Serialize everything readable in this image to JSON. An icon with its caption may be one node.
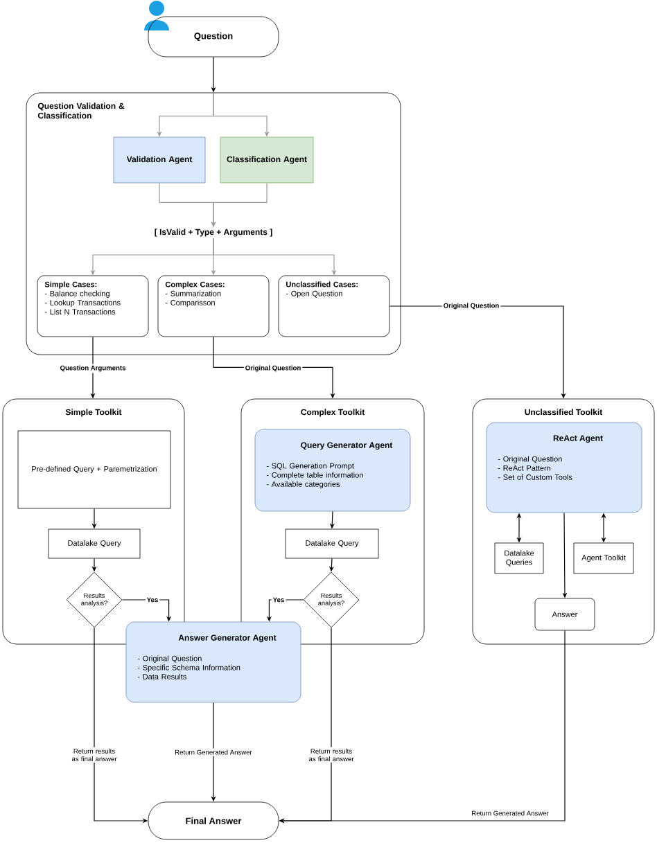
{
  "diagram": {
    "nodes": [
      {
        "text": [
          "Question"
        ]
      },
      {
        "text": [
          "Question Validation & Classification"
        ]
      },
      {
        "text": [
          "Validation Agent"
        ],
        "in": 1
      },
      {
        "text": [
          "Classification Agent"
        ],
        "in": 1
      },
      {
        "text": [
          "[ IsValid + Type + Arguments ]"
        ],
        "in": 1
      },
      {
        "text": [
          "Simple Cases:",
          "- Balance checking",
          "- Lookup Transactions",
          "- List N Transactions"
        ],
        "in": 1
      },
      {
        "text": [
          "Complex Cases:",
          "- Summarization",
          "- Comparisson"
        ],
        "in": 1
      },
      {
        "text": [
          "Unclassified Cases:",
          "- Open Question"
        ],
        "in": 1
      },
      {
        "text": [
          "Simple Toolkit"
        ]
      },
      {
        "text": [
          "Pre-defined Query + Paremetrization"
        ],
        "in": 8
      },
      {
        "text": [
          "Datalake Query"
        ],
        "in": 8
      },
      {
        "text": [
          "Results analysis?"
        ],
        "in": 8
      },
      {
        "text": [
          "Complex Toolkit"
        ]
      },
      {
        "text": [
          "Query Generator Agent",
          "- SQL Generation Prompt",
          "- Complete table information",
          "- Available categories"
        ],
        "in": 12
      },
      {
        "text": [
          "Datalake Query"
        ],
        "in": 12
      },
      {
        "text": [
          "Results analysis?"
        ],
        "in": 12
      },
      {
        "text": [
          "Unclassified Toolkit"
        ]
      },
      {
        "text": [
          "ReAct Agent",
          "- Original Question",
          "- ReAct Pattern",
          "- Set of Custom Tools"
        ],
        "in": 16
      },
      {
        "text": [
          "Datalake Queries"
        ],
        "in": 16
      },
      {
        "text": [
          "Agent Toolkit"
        ],
        "in": 16
      },
      {
        "text": [
          "Answer"
        ],
        "in": 16
      },
      {
        "text": [
          "Answer Generator Agent",
          "- Original Question",
          "- Specific Schema Information",
          "- Data Results"
        ]
      },
      {
        "text": [
          "Final Answer"
        ]
      }
    ],
    "edges": [
      {
        "from": 0,
        "to": 1,
        "arrow": "to"
      },
      {
        "from": 1,
        "to": 2,
        "arrow": "to",
        "color": "#999999"
      },
      {
        "from": 1,
        "to": 3,
        "arrow": "to",
        "color": "#999999"
      },
      {
        "from": 2,
        "to": 4,
        "arrow": "to",
        "color": "#999999"
      },
      {
        "from": 3,
        "to": 4,
        "arrow": "to",
        "color": "#999999"
      },
      {
        "from": 4,
        "to": 5,
        "arrow": "to",
        "color": "#999999"
      },
      {
        "from": 4,
        "to": 6,
        "arrow": "to",
        "color": "#999999"
      },
      {
        "from": 4,
        "to": 7,
        "arrow": "to",
        "color": "#999999"
      },
      {
        "from": 5,
        "to": 8,
        "arrow": "to",
        "label": "Question Arguments"
      },
      {
        "from": 6,
        "to": 12,
        "arrow": "to",
        "label": "Original Question"
      },
      {
        "from": 7,
        "to": 16,
        "arrow": "to",
        "label": "Original Question"
      },
      {
        "from": 9,
        "to": 10,
        "arrow": "to"
      },
      {
        "from": 10,
        "to": 11,
        "arrow": "to"
      },
      {
        "from": 11,
        "to": 21,
        "arrow": "to",
        "label": "Yes"
      },
      {
        "from": 11,
        "to": 22,
        "arrow": "to",
        "label": "Return results as final answer"
      },
      {
        "from": 13,
        "to": 14,
        "arrow": "to"
      },
      {
        "from": 14,
        "to": 15,
        "arrow": "to"
      },
      {
        "from": 15,
        "to": 21,
        "arrow": "to",
        "label": "Yes"
      },
      {
        "from": 15,
        "to": 22,
        "arrow": "to",
        "label": "Return results as final answer"
      },
      {
        "from": 17,
        "to": 18,
        "arrow": "both"
      },
      {
        "from": 17,
        "to": 19,
        "arrow": "both"
      },
      {
        "from": 17,
        "to": 20,
        "arrow": "to"
      },
      {
        "from": 21,
        "to": 22,
        "arrow": "to",
        "label": "Return Generated Answer"
      },
      {
        "from": 20,
        "to": 22,
        "arrow": "to",
        "label": "Return Generated Answer"
      }
    ]
  }
}
